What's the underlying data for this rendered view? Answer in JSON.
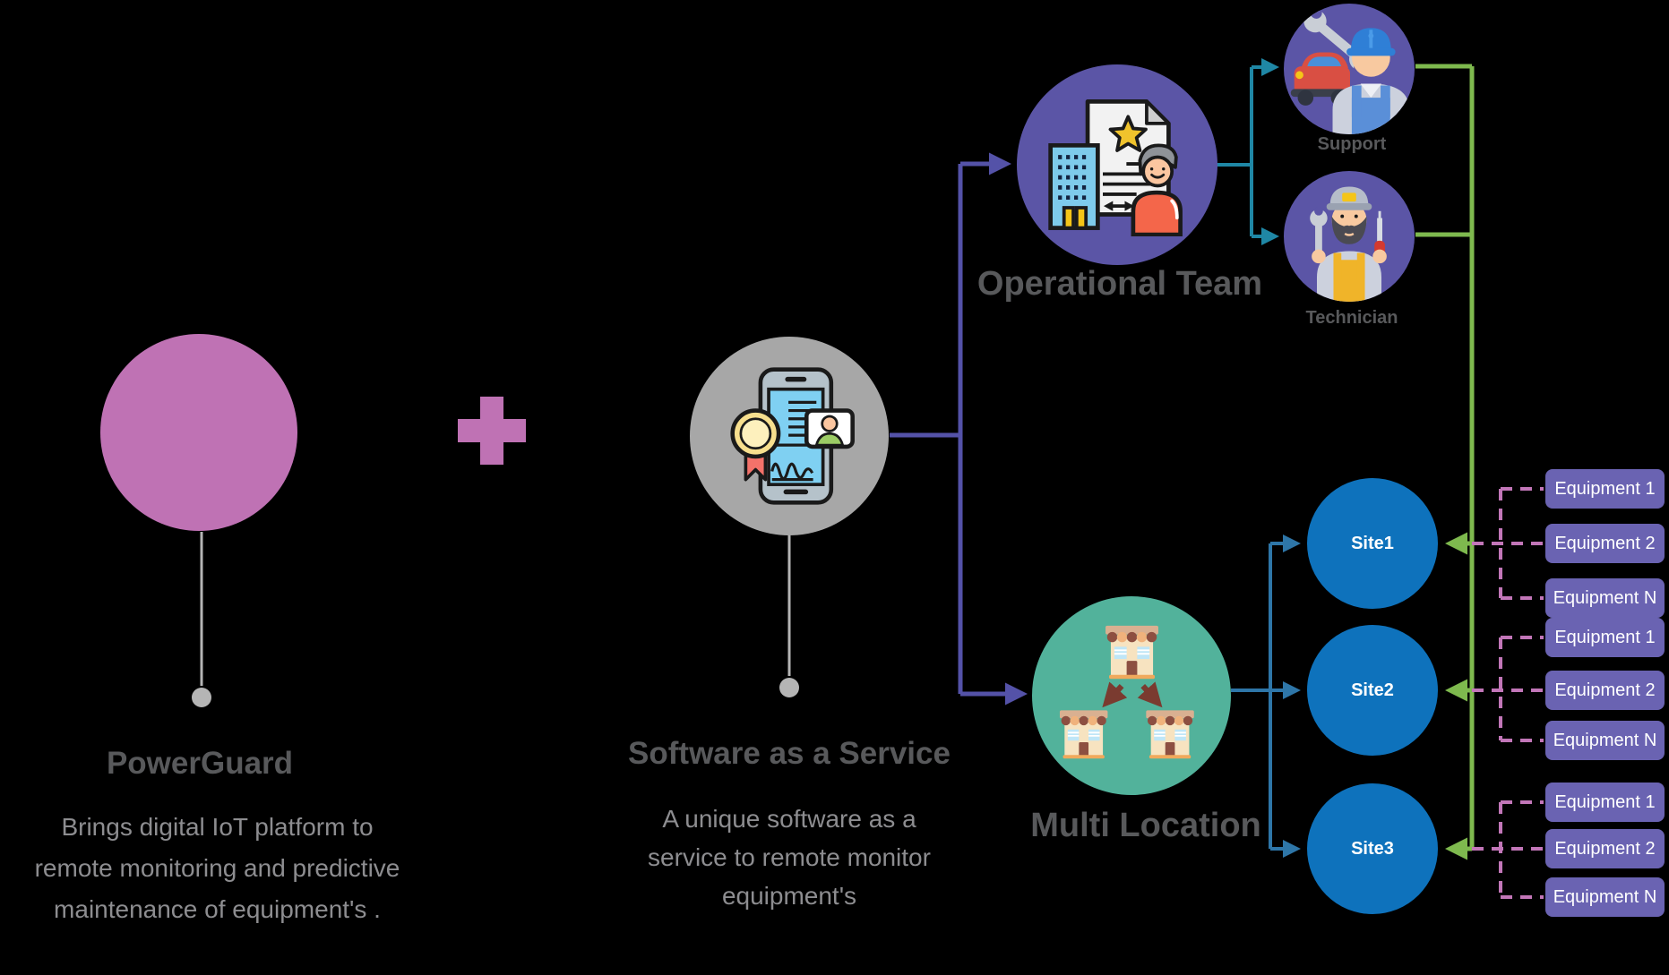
{
  "diagram": {
    "powerguard": {
      "title": "PowerGuard",
      "description": "Brings digital IoT platform to remote monitoring and predictive maintenance of equipment's ."
    },
    "plus_symbol": "+",
    "saas": {
      "title": "Software as a Service",
      "description": "A unique software as a service to remote monitor equipment's"
    },
    "operational_team": {
      "label": "Operational Team",
      "members": [
        {
          "label": "Support"
        },
        {
          "label": "Technician"
        }
      ]
    },
    "multi_location": {
      "label": "Multi Location"
    },
    "sites": [
      {
        "label": "Site1"
      },
      {
        "label": "Site2"
      },
      {
        "label": "Site3"
      }
    ],
    "equipment_groups": [
      {
        "site": "Site1",
        "items": [
          "Equipment 1",
          "Equipment 2",
          "Equipment N"
        ]
      },
      {
        "site": "Site2",
        "items": [
          "Equipment 1",
          "Equipment 2",
          "Equipment N"
        ]
      },
      {
        "site": "Site3",
        "items": [
          "Equipment 1",
          "Equipment 2",
          "Equipment N"
        ]
      }
    ],
    "icons": {
      "plus-icon": "+",
      "powerguard-circle": "solid pink circle",
      "saas-icon": "phone with certificate badge and contact card",
      "operational-team-icon": "building, contract document with star, person",
      "support-icon": "mechanic with wrench and car",
      "technician-icon": "technician with wrench and screwdriver",
      "multi-location-icon": "three storefronts with arrows"
    },
    "colors": {
      "background": "#000000",
      "powerguard_pink": "#bf72b4",
      "saas_gray": "#a7a7a7",
      "purple_circle": "#5b55a6",
      "teal_circle": "#52b29b",
      "site_blue": "#0e72bc",
      "equipment_purple": "#6a63b2",
      "purple_line": "#5452a8",
      "teal_line": "#1f87a5",
      "steel_blue_line": "#2e76a8",
      "green_line": "#7eb94e",
      "pink_dashed_line": "#c276b8",
      "title_gray": "#58595b",
      "description_gray": "#8d8d90",
      "leader_line_gray": "#b5b5b5"
    }
  }
}
